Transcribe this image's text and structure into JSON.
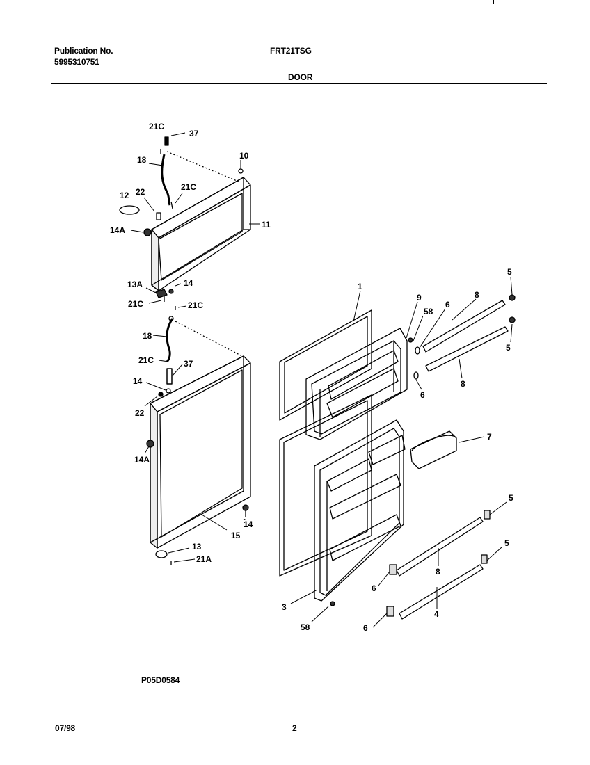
{
  "header": {
    "publication_label": "Publication No.",
    "publication_number": "5995310751",
    "model": "FRT21TSG",
    "section": "DOOR"
  },
  "callouts": {
    "c21c_a": "21C",
    "c37_a": "37",
    "c10": "10",
    "c18_a": "18",
    "c21c_b": "21C",
    "c12": "12",
    "c22_a": "22",
    "c14a_a": "14A",
    "c11": "11",
    "c13a": "13A",
    "c14_a": "14",
    "c21c_c": "21C",
    "c21c_d": "21C",
    "c18_b": "18",
    "c21c_e": "21C",
    "c37_b": "37",
    "c14_b": "14",
    "c22_b": "22",
    "c14a_b": "14A",
    "c14_c": "14",
    "c15": "15",
    "c13": "13",
    "c21a": "21A",
    "c1": "1",
    "c9": "9",
    "c58_a": "58",
    "c6_a": "6",
    "c8_a": "8",
    "c5_a": "5",
    "c5_b": "5",
    "c6_b": "6",
    "c8_b": "8",
    "c7": "7",
    "c5_c": "5",
    "c5_d": "5",
    "c8_c": "8",
    "c6_c": "6",
    "c3": "3",
    "c4": "4",
    "c6_d": "6",
    "c58_b": "58"
  },
  "footer": {
    "diagram_code": "P05D0584",
    "date": "07/98",
    "page_number": "2"
  }
}
